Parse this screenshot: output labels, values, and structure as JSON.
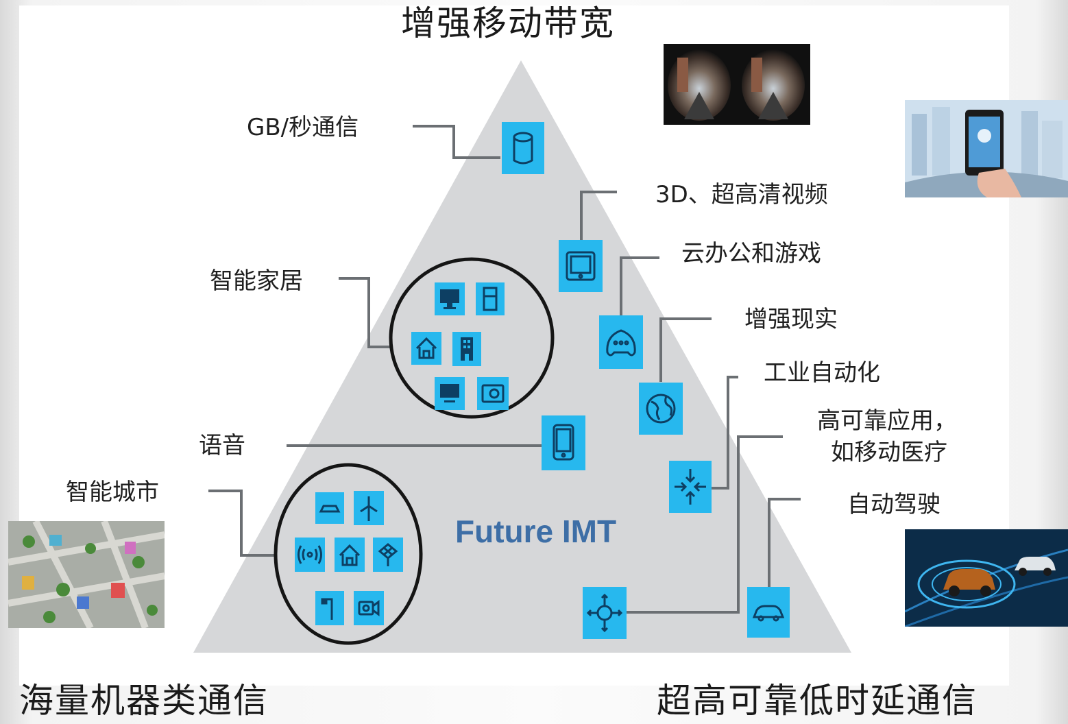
{
  "diagram": {
    "center_label": "Future IMT",
    "corners": {
      "top": "增强移动带宽",
      "bottom_left": "海量机器类通信",
      "bottom_right": "超高可靠低时延通信"
    },
    "applications": {
      "gbps": "GB/秒通信",
      "uhd_video": "3D、超高清视频",
      "cloud": "云办公和游戏",
      "ar": "增强现实",
      "industry": "工业自动化",
      "reliable_line1": "高可靠应用，",
      "reliable_line2": "如移动医疗",
      "driving": "自动驾驶",
      "smart_home": "智能家居",
      "voice": "语音",
      "smart_city": "智能城市"
    },
    "colors": {
      "triangle": "#d6d7d9",
      "icon_box": "#27b8ee",
      "icon_line": "#0d3f63",
      "connector": "#6b6f73",
      "center_text": "#3d6ea6"
    }
  }
}
